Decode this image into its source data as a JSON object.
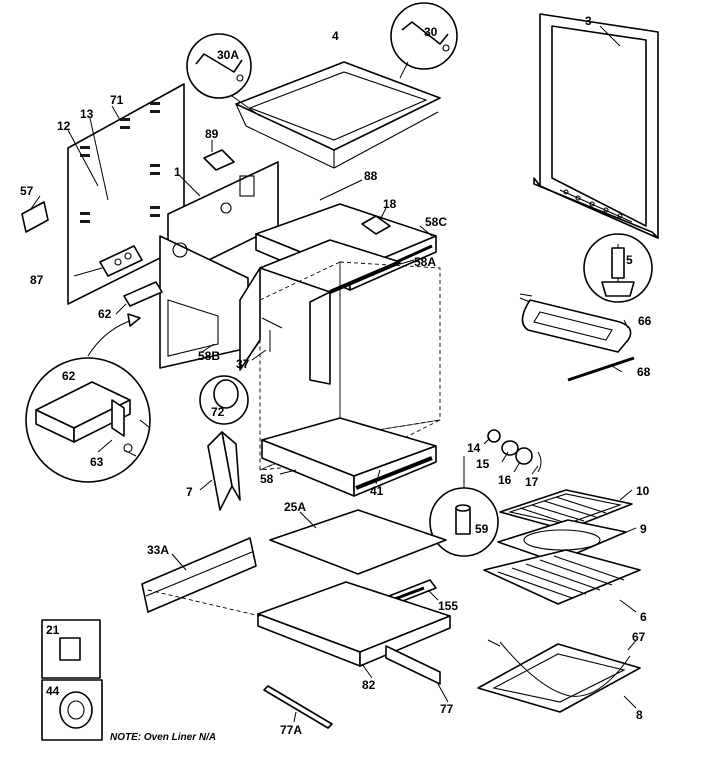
{
  "labels": {
    "p3": "3",
    "p30": "30",
    "p4": "4",
    "p30a": "30A",
    "p71": "71",
    "p13": "13",
    "p12": "12",
    "p89": "89",
    "p57": "57",
    "p1": "1",
    "p88": "88",
    "p18": "18",
    "p58c": "58C",
    "p58a": "58A",
    "p87": "87",
    "p5": "5",
    "p62a": "62",
    "p66": "66",
    "p62b": "62",
    "p37": "37",
    "p68": "68",
    "p58b": "58B",
    "p72": "72",
    "p63": "63",
    "p14": "14",
    "p15": "15",
    "p16": "16",
    "p17": "17",
    "p7": "7",
    "p58": "58",
    "p41": "41",
    "p10": "10",
    "p25a": "25A",
    "p9": "9",
    "p59": "59",
    "p33a": "33A",
    "p6": "6",
    "p155": "155",
    "p21": "21",
    "p67": "67",
    "p44": "44",
    "p82": "82",
    "p77": "77",
    "p8": "8",
    "p77a": "77A"
  },
  "note": "NOTE:  Oven Liner N/A"
}
